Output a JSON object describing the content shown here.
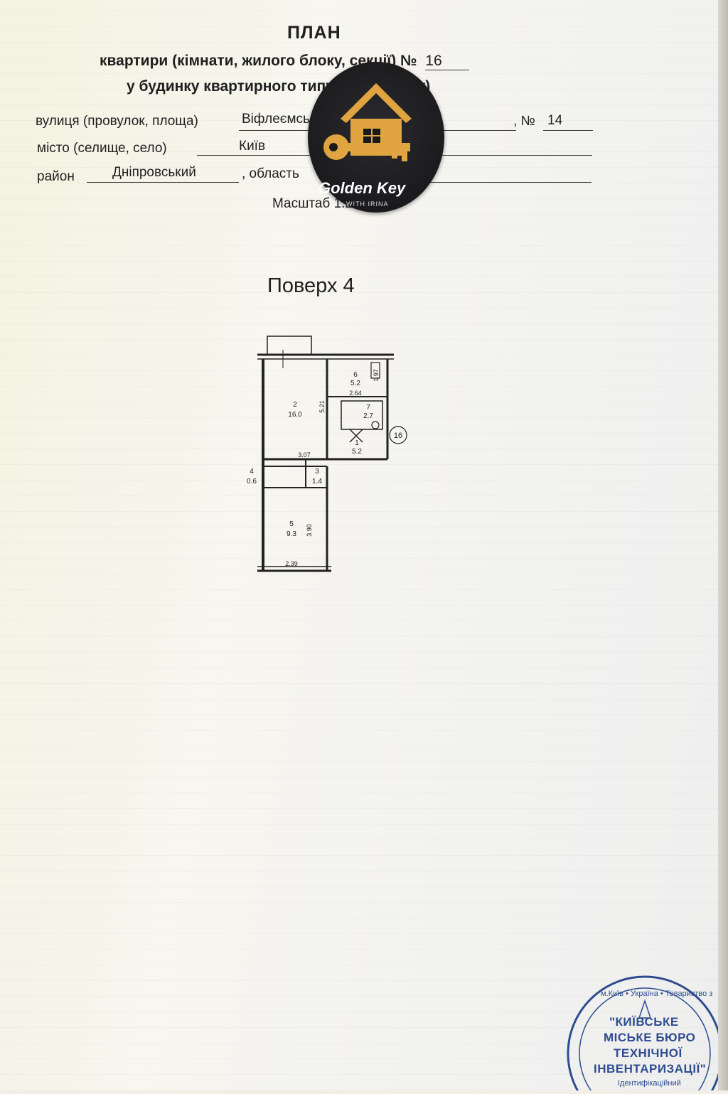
{
  "header": {
    "title": "ПЛАН",
    "line1_prefix": "квартири (кімнати, жилого блоку, секції) №",
    "apartment_number": "16",
    "line2": "у будинку квартирного типу (гуртожитку)"
  },
  "address": {
    "street_label": "вулиця (провулок, площа)",
    "street_value": "Віфлеємська",
    "number_label": ", №",
    "number_value": "14",
    "city_label": "місто (селище, село)",
    "city_value": "Київ",
    "district_label": "район",
    "district_value": "Дніпровський",
    "region_label": ", область",
    "scale_label": "Масштаб 1:200"
  },
  "floor_label": "Поверх 4",
  "logo": {
    "name": "Golden Key",
    "subtitle": "WITH IRINA",
    "icon": "house-key-icon",
    "accent": "#e0a440"
  },
  "plan": {
    "apartment_marker": "16",
    "rooms": [
      {
        "number": "1",
        "area": "5.2"
      },
      {
        "number": "2",
        "area": "16.0"
      },
      {
        "number": "3",
        "area": "1.4"
      },
      {
        "number": "4",
        "area": "0.6"
      },
      {
        "number": "5",
        "area": "9.3"
      },
      {
        "number": "6",
        "area": "5.2"
      },
      {
        "number": "7",
        "area": "2.7"
      }
    ],
    "dimensions": [
      "5.21",
      "2.64",
      "1.97",
      "3.07",
      "3.90",
      "2.39"
    ]
  },
  "stamp": {
    "ring_text": "м.Київ • Україна • Товариство з",
    "line1": "\"КИЇВСЬКЕ",
    "line2": "МІСЬКЕ БЮРО",
    "line3": "ТЕХНІЧНОЇ",
    "line4": "ІНВЕНТАРИЗАЦІЇ\"",
    "line5": "Ідентифікаційний",
    "color": "#2e4c8f"
  }
}
